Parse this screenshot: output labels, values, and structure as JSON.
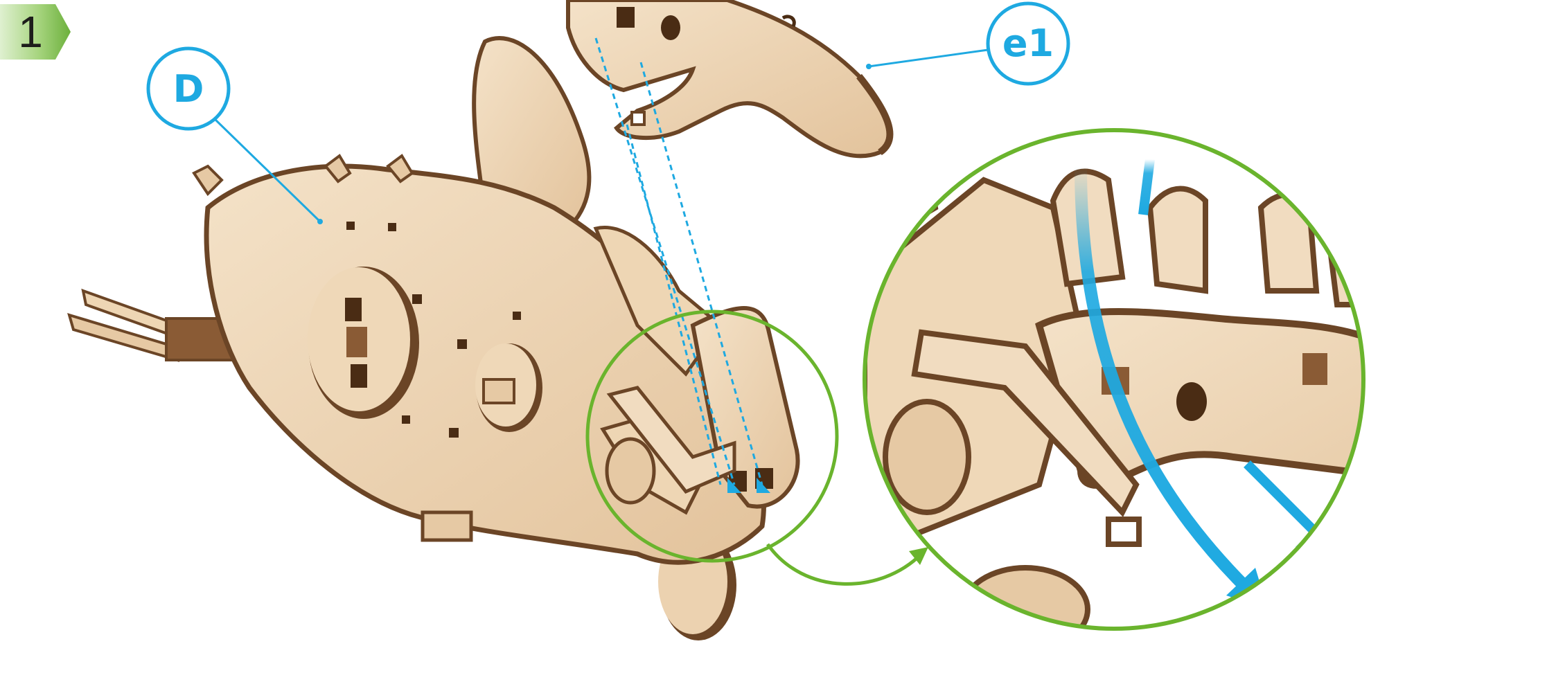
{
  "step": {
    "number": "1"
  },
  "callouts": {
    "part_d": "D",
    "part_e1": "e1"
  },
  "colors": {
    "wood_light": "#f1dcc0",
    "wood_mid": "#e6c9a4",
    "wood_edge": "#6b4526",
    "callout_blue": "#1ea9e1",
    "step_green": "#79b84a",
    "zoom_green": "#6ab42d"
  },
  "icons": [
    "step-badge",
    "callout-circle",
    "insertion-guide-lines",
    "rotation-arrow",
    "zoom-circle",
    "zoom-arrow"
  ]
}
